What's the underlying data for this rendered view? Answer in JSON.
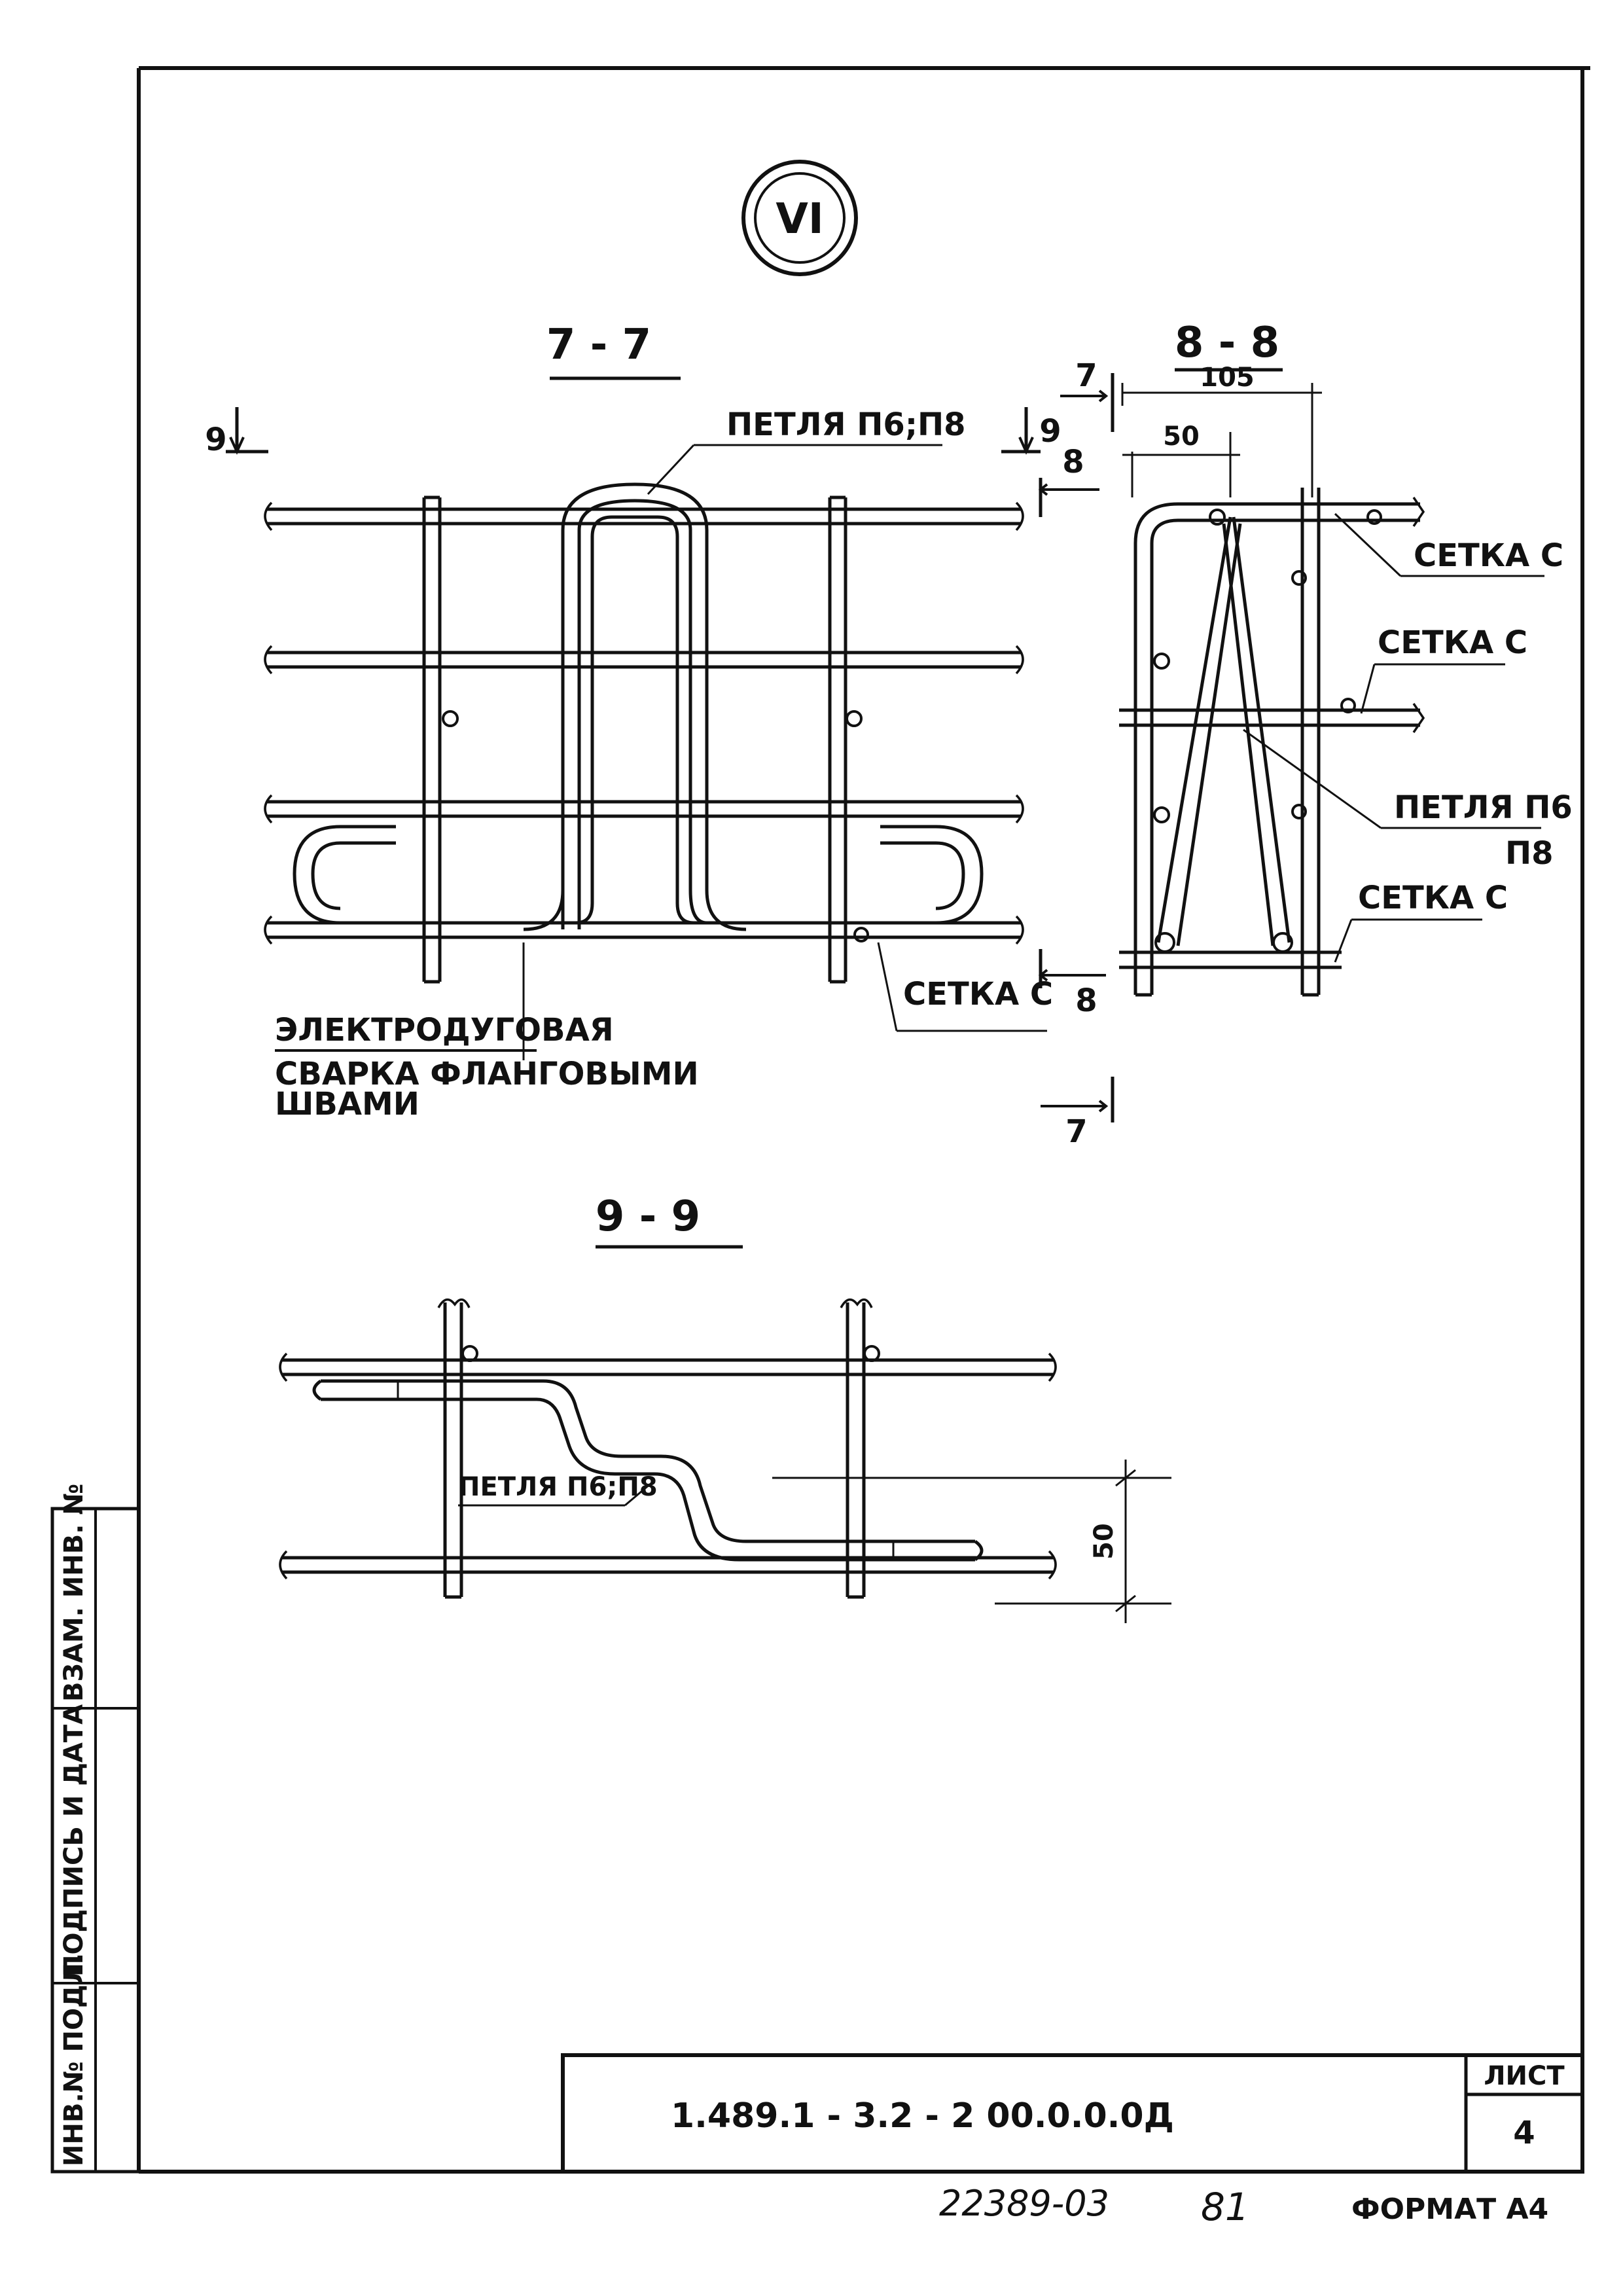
{
  "view_marker": "VI",
  "sections": {
    "s77": {
      "title": "7 - 7",
      "cut_9": "9",
      "cut_8": "8",
      "loop_label": "ПЕТЛЯ П6;П8",
      "mesh_label": "СЕТКА С",
      "weld_note_1": "ЭЛЕКТРОДУГОВАЯ",
      "weld_note_2": "СВАРКА ФЛАНГОВЫМИ",
      "weld_note_3": "ШВАМИ"
    },
    "s88": {
      "title": "8 - 8",
      "cut_7": "7",
      "dim_total": "105",
      "dim_inner": "50",
      "mesh_label_1": "СЕТКА С",
      "mesh_label_2": "СЕТКА С",
      "loop_label_1": "ПЕТЛЯ П6",
      "loop_label_2": "П8",
      "mesh_label_3": "СЕТКА С"
    },
    "s99": {
      "title": "9 - 9",
      "loop_label": "ПЕТЛЯ П6;П8",
      "dim": "50"
    }
  },
  "side_stamp": {
    "col1": "ИНВ.№ ПОДЛ.",
    "col2": "ПОДПИСЬ И ДАТА",
    "col3": "ВЗАМ. ИНВ. №"
  },
  "title_block": {
    "doc_code": "1.489.1 - 3.2 - 2  00.0.0.0Д",
    "sheet_label": "ЛИСТ",
    "sheet_number": "4"
  },
  "footer": {
    "archive_no": "22389-03",
    "handwritten_no": "81",
    "format": "ФОРМАТ А4"
  }
}
